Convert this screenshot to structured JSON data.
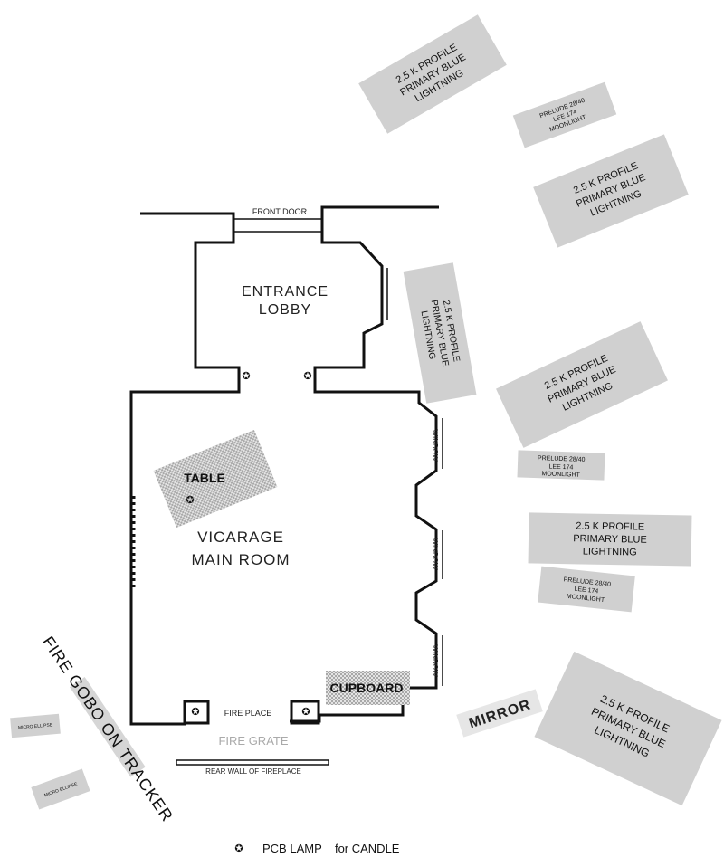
{
  "rooms": {
    "lobby_line1": "ENTRANCE",
    "lobby_line2": "LOBBY",
    "main_line1": "VICARAGE",
    "main_line2": "MAIN ROOM"
  },
  "labels": {
    "front_door": "FRONT DOOR",
    "table": "TABLE",
    "cupboard": "CUPBOARD",
    "window": "WINDOW",
    "fire_place": "FIRE PLACE",
    "fire_grate": "FIRE GRATE",
    "rear_wall": "REAR WALL OF FIREPLACE",
    "mirror": "MIRROR",
    "fire_gobo": "FIRE GOBO ON TRACKER"
  },
  "legend": {
    "symbol": "✪",
    "text": "PCB LAMP    for CANDLE"
  },
  "fixtures": [
    {
      "lines": [
        "2.5 K   PROFILE",
        "PRIMARY BLUE",
        "LIGHTNING"
      ]
    },
    {
      "lines": [
        "PRELUDE 28/40",
        "LEE 174",
        "MOONLIGHT"
      ]
    },
    {
      "lines": [
        "2.5 K   PROFILE",
        "PRIMARY BLUE",
        "LIGHTNING"
      ]
    },
    {
      "lines": [
        "2.5 K   PROFILE",
        "PRIMARY BLUE",
        "LIGHTNING"
      ]
    },
    {
      "lines": [
        "2.5 K   PROFILE",
        "PRIMARY BLUE",
        "LIGHTNING"
      ]
    },
    {
      "lines": [
        "PRELUDE 28/40",
        "LEE 174",
        "MOONLIGHT"
      ]
    },
    {
      "lines": [
        "2.5 K   PROFILE",
        "PRIMARY BLUE",
        "LIGHTNING"
      ]
    },
    {
      "lines": [
        "PRELUDE 28/40",
        "LEE 174",
        "MOONLIGHT"
      ]
    },
    {
      "lines": [
        "2.5 K   PROFILE",
        "PRIMARY BLUE",
        "LIGHTNING"
      ]
    },
    {
      "lines": [
        "MICRO ELLIPSE"
      ]
    },
    {
      "lines": [
        "MICRO ELLIPSE"
      ]
    }
  ]
}
